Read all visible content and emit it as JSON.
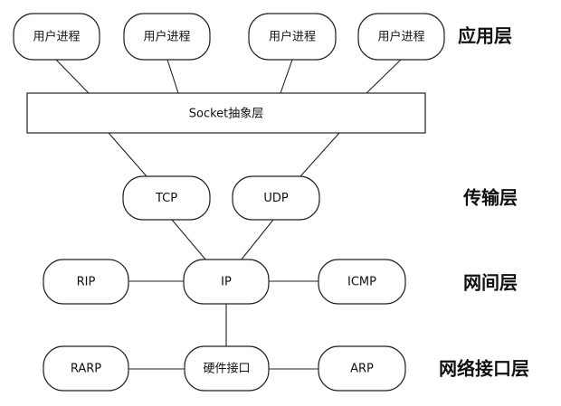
{
  "layers": {
    "application": "应用层",
    "transport": "传输层",
    "network": "网间层",
    "link": "网络接口层"
  },
  "nodes": {
    "process1": "用户进程",
    "process2": "用户进程",
    "process3": "用户进程",
    "process4": "用户进程",
    "socket": "Socket抽象层",
    "tcp": "TCP",
    "udp": "UDP",
    "rip": "RIP",
    "ip": "IP",
    "icmp": "ICMP",
    "rarp": "RARP",
    "hardware": "硬件接口",
    "arp": "ARP"
  }
}
